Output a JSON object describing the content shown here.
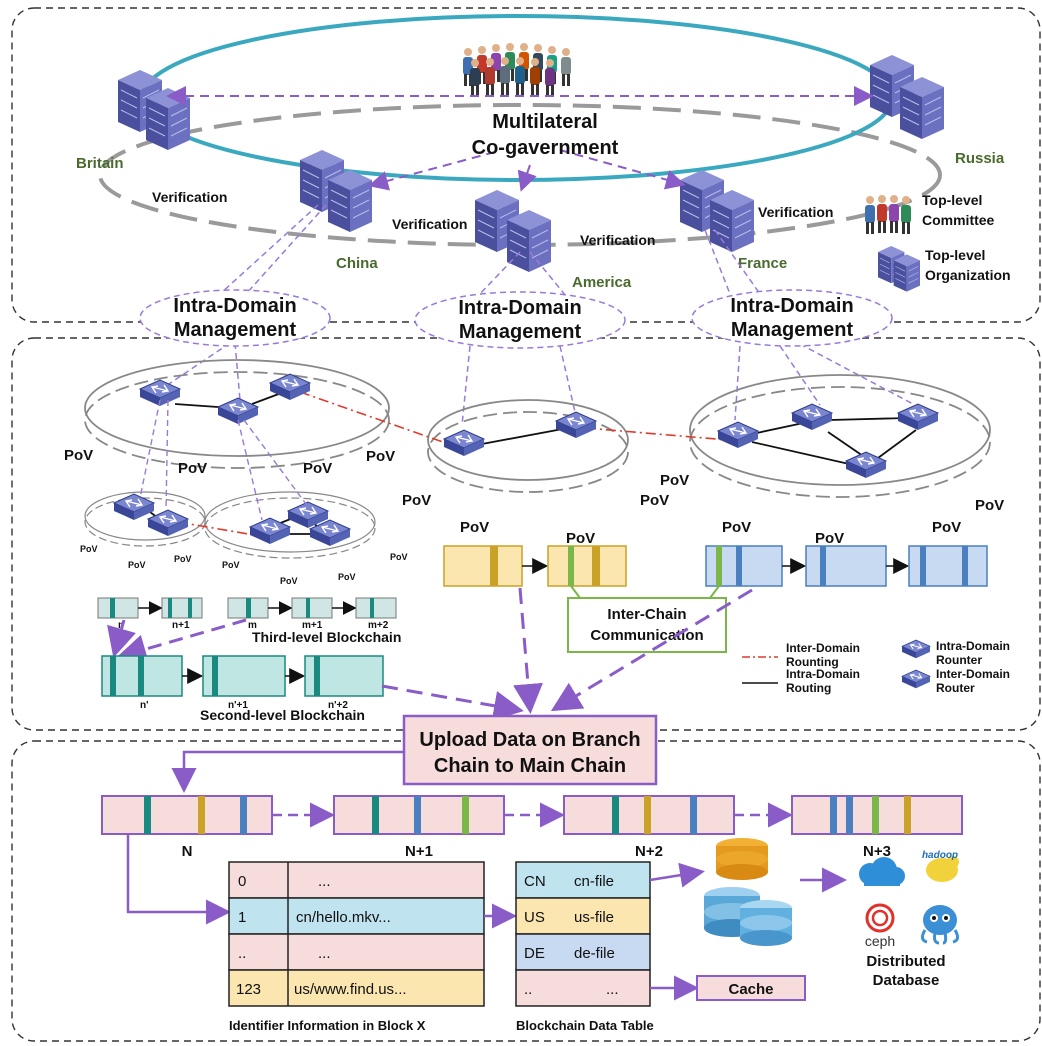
{
  "top": {
    "title_line1": "Multilateral",
    "title_line2": "Co-gavernment",
    "countries": {
      "britain": "Britain",
      "russia": "Russia",
      "china": "China",
      "america": "America",
      "france": "France"
    },
    "verification": "Verification",
    "legend": {
      "committee_line1": "Top-level",
      "committee_line2": "Committee",
      "org_line1": "Top-level",
      "org_line2": "Organization"
    },
    "intra_line1": "Intra-Domain",
    "intra_line2": "Management"
  },
  "middle": {
    "pov": "PoV",
    "third_level": "Third-level Blockchain",
    "second_level": "Second-level Blockchain",
    "block_n": "n",
    "block_n1": "n+1",
    "block_m": "m",
    "block_m1": "m+1",
    "block_m2": "m+2",
    "block_np": "n'",
    "block_np1": "n'+1",
    "block_np2": "n'+2",
    "inter_chain_line1": "Inter-Chain",
    "inter_chain_line2": "Communication",
    "legend": {
      "inter_routing_line1": "Inter-Domain",
      "inter_routing_line2": "Rounting",
      "intra_routing_line1": "Intra-Domain",
      "intra_routing_line2": "Routing",
      "intra_router_line1": "Intra-Domain",
      "intra_router_line2": "Rounter",
      "inter_router_line1": "Inter-Domain",
      "inter_router_line2": "Router"
    },
    "colors": {
      "inter_routing": "#e03a2a",
      "intra_routing": "#111111"
    }
  },
  "bottom": {
    "upload_line1": "Upload Data on Branch",
    "upload_line2": "Chain to Main Chain",
    "blocks": [
      "N",
      "N+1",
      "N+2",
      "N+3"
    ],
    "identifier_table": {
      "rows": [
        {
          "id": "0",
          "value": "..."
        },
        {
          "id": "1",
          "value": "cn/hello.mkv..."
        },
        {
          "id": "..",
          "value": "..."
        },
        {
          "id": "123",
          "value": "us/www.find.us..."
        }
      ],
      "caption": "Identifier Information in Block X"
    },
    "data_table": {
      "rows": [
        {
          "code": "CN",
          "file": "cn-file"
        },
        {
          "code": "US",
          "file": "us-file"
        },
        {
          "code": "DE",
          "file": "de-file"
        },
        {
          "code": "..",
          "file": "..."
        }
      ],
      "caption": "Blockchain Data Table"
    },
    "cache": "Cache",
    "db_line1": "Distributed",
    "db_line2": "Database",
    "db_logo_hadoop": "hadoop",
    "db_logo_ceph": "ceph",
    "colors": {
      "purple": "#8a5cc8",
      "block_fill": "#f7dcdc",
      "teal": "#1a8a80",
      "gold": "#c9a227",
      "blue": "#4a7fc0",
      "green": "#7ab648"
    }
  }
}
